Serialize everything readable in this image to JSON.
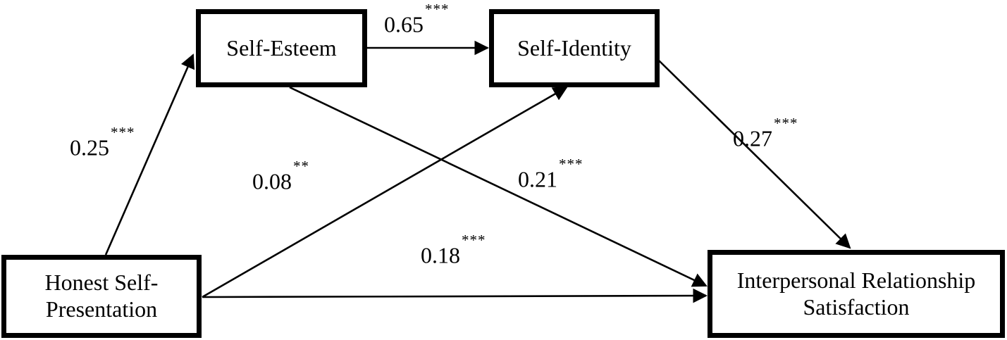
{
  "diagram": {
    "type": "path-model",
    "background_color": "#ffffff",
    "line_color": "#000000",
    "box_border_color": "#000000",
    "text_color": "#000000",
    "nodes": {
      "self_esteem": {
        "label": "Self-Esteem"
      },
      "self_identity": {
        "label": "Self-Identity"
      },
      "honest_self_presentation": {
        "line1": "Honest Self-",
        "line2": "Presentation"
      },
      "interpersonal_relationship_satisfaction": {
        "line1": "Interpersonal Relationship",
        "line2": "Satisfaction"
      }
    },
    "paths": [
      {
        "from": "Honest Self-Presentation",
        "to": "Self-Esteem",
        "coefficient": "0.25",
        "significance": "***"
      },
      {
        "from": "Self-Esteem",
        "to": "Self-Identity",
        "coefficient": "0.65",
        "significance": "***"
      },
      {
        "from": "Honest Self-Presentation",
        "to": "Self-Identity",
        "coefficient": "0.08",
        "significance": "**"
      },
      {
        "from": "Self-Esteem",
        "to": "Interpersonal Relationship Satisfaction",
        "coefficient": "0.21",
        "significance": "***"
      },
      {
        "from": "Self-Identity",
        "to": "Interpersonal Relationship Satisfaction",
        "coefficient": "0.27",
        "significance": "***"
      },
      {
        "from": "Honest Self-Presentation",
        "to": "Interpersonal Relationship Satisfaction",
        "coefficient": "0.18",
        "significance": "***"
      }
    ]
  }
}
